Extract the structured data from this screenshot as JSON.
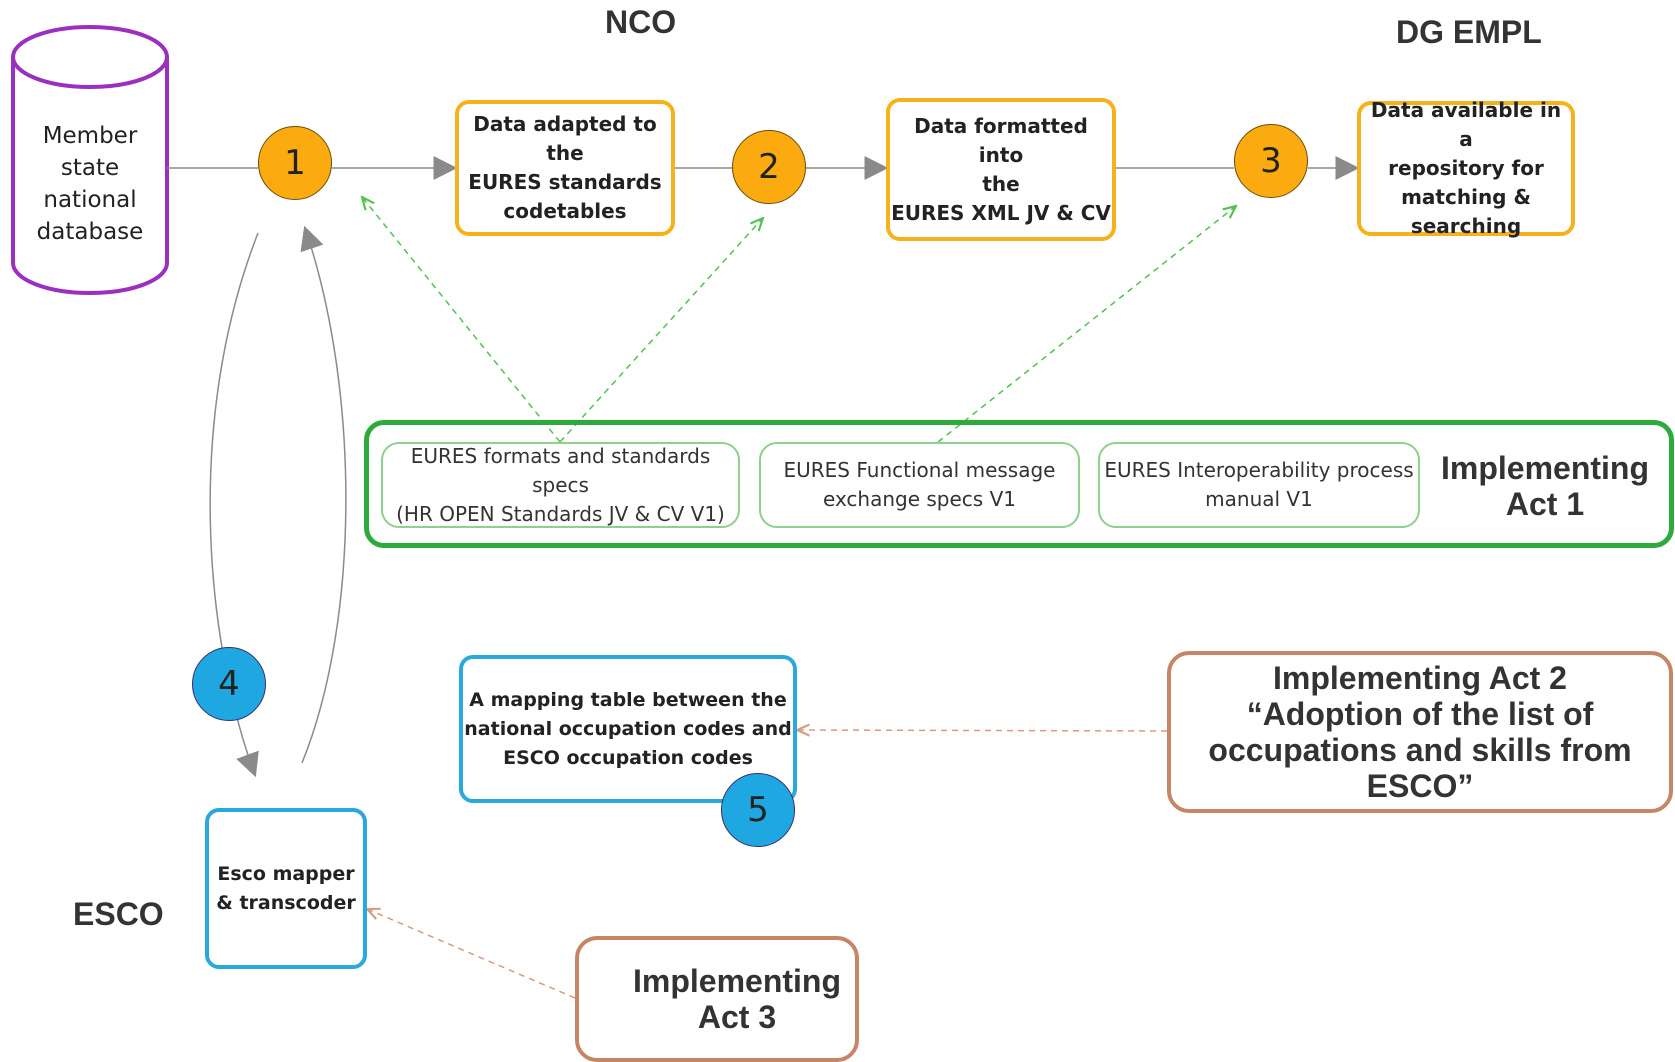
{
  "headers": {
    "nco": "NCO",
    "dg_empl": "DG EMPL",
    "esco": "ESCO"
  },
  "database": {
    "label": "Member\nstate\nnational\ndatabase"
  },
  "steps": {
    "s1": "1",
    "s2": "2",
    "s3": "3",
    "s4": "4",
    "s5": "5"
  },
  "process_boxes": {
    "adapted": "Data adapted to the\nEURES standards\ncodetables",
    "formatted": "Data formatted into\nthe\nEURES XML JV & CV",
    "available": "Data available in a\nrepository for\nmatching &\nsearching"
  },
  "implementing_act_1": {
    "label": "Implementing\nAct 1",
    "specs": [
      "EURES formats and standards specs\n(HR OPEN Standards JV & CV V1)",
      "EURES Functional message\nexchange specs V1",
      "EURES Interoperability process\nmanual V1"
    ]
  },
  "mapping_table": {
    "label": "A mapping table between the\nnational occupation codes and\nESCO occupation codes"
  },
  "esco_mapper": {
    "label": "Esco mapper\n& transcoder"
  },
  "implementing_act_2": {
    "label": "Implementing Act 2\n“Adoption of the list of\noccupations and skills from\nESCO”"
  },
  "implementing_act_3": {
    "label": "Implementing\nAct 3"
  },
  "colors": {
    "database_border": "#9b30c0",
    "process_border": "#f6b21b",
    "step_orange": "#fbaa0f",
    "step_blue": "#1ea7e1",
    "act1_border": "#2eaa3c",
    "spec_border": "#8ed08d",
    "esco_border": "#29a8dc",
    "act_brown": "#c68565",
    "flow_arrow": "#8a8a8a",
    "green_dashed": "#4fc24f",
    "brown_dashed": "#d89a80"
  }
}
